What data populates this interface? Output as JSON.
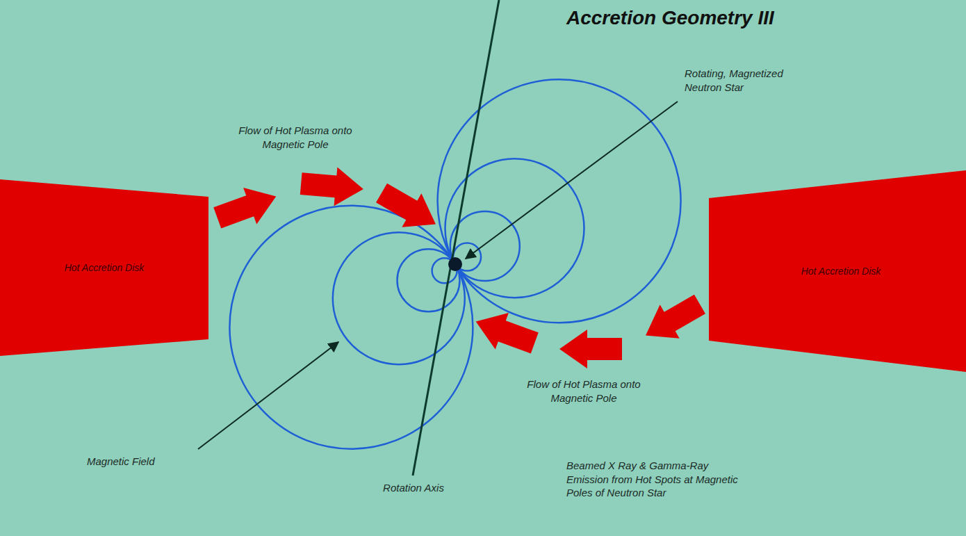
{
  "diagram": {
    "title": "Accretion Geometry III",
    "nodes": [
      {
        "text": [
          "Hot Accretion Disk"
        ]
      },
      {
        "text": [
          "Hot Accretion Disk"
        ]
      }
    ],
    "labels": [
      "Flow of Hot Plasma onto Magnetic Pole",
      "Rotating, Magnetized Neutron Star",
      "Flow of Hot Plasma onto Magnetic Pole",
      "Magnetic Field",
      "Rotation Axis",
      "Beamed X Ray & Gamma-Ray Emission from Hot Spots at Magnetic Poles of Neutron Star"
    ]
  }
}
